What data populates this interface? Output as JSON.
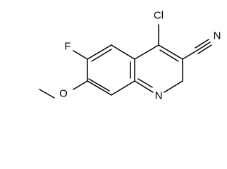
{
  "structure": {
    "atoms": {
      "cl": "Cl",
      "f": "F",
      "o": "O",
      "n_ring": "N",
      "n_nitrile": "N"
    }
  },
  "colors": {
    "bond": "#000000",
    "background": "#ffffff"
  }
}
